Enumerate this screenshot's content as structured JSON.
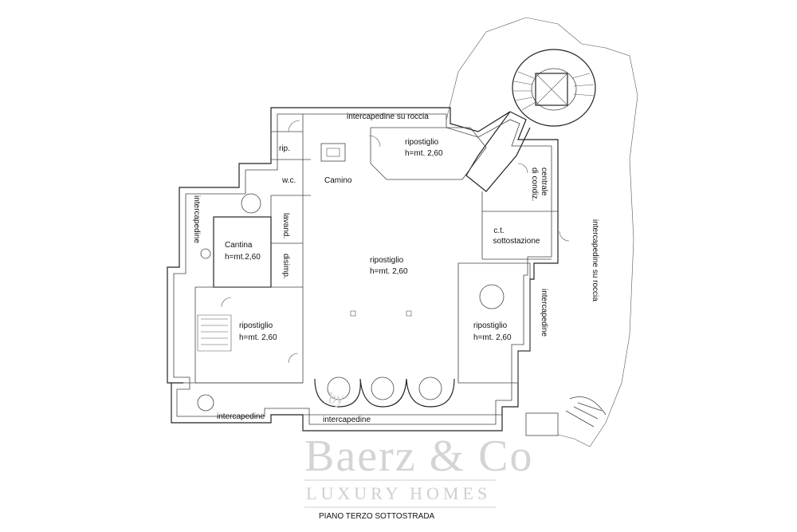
{
  "rooms": {
    "intercapedine_top": "intercapedine su roccia",
    "intercapedine_right": "intercapedine su roccia",
    "intercapedine_left": "intercapedine",
    "intercapedine_east": "intercapedine",
    "intercapedine_bottom_left": "intercapedine",
    "intercapedine_bottom_center": "intercapedine",
    "rip": "rip.",
    "wc": "w.c.",
    "lavand": "lavand.",
    "disimp": "disimp.",
    "camino": "Camino",
    "cantina_name": "Cantina",
    "cantina_height": "h=mt.2,60",
    "ripostiglio_top_name": "ripostiglio",
    "ripostiglio_top_height": "h=mt. 2,60",
    "ripostiglio_center_name": "ripostiglio",
    "ripostiglio_center_height": "h=mt. 2,60",
    "ripostiglio_left_name": "ripostiglio",
    "ripostiglio_left_height": "h=mt. 2,60",
    "ripostiglio_right_name": "ripostiglio",
    "ripostiglio_right_height": "h=mt. 2,60",
    "centrale_line1": "centrale",
    "centrale_line2": "di condiz.",
    "ct_line1": "c.t.",
    "ct_line2": "sottostazione"
  },
  "watermark": {
    "by": "by",
    "brand": "Baerz & Co",
    "tagline": "LUXURY HOMES"
  },
  "plan_title": "PIANO TERZO SOTTOSTRADA"
}
